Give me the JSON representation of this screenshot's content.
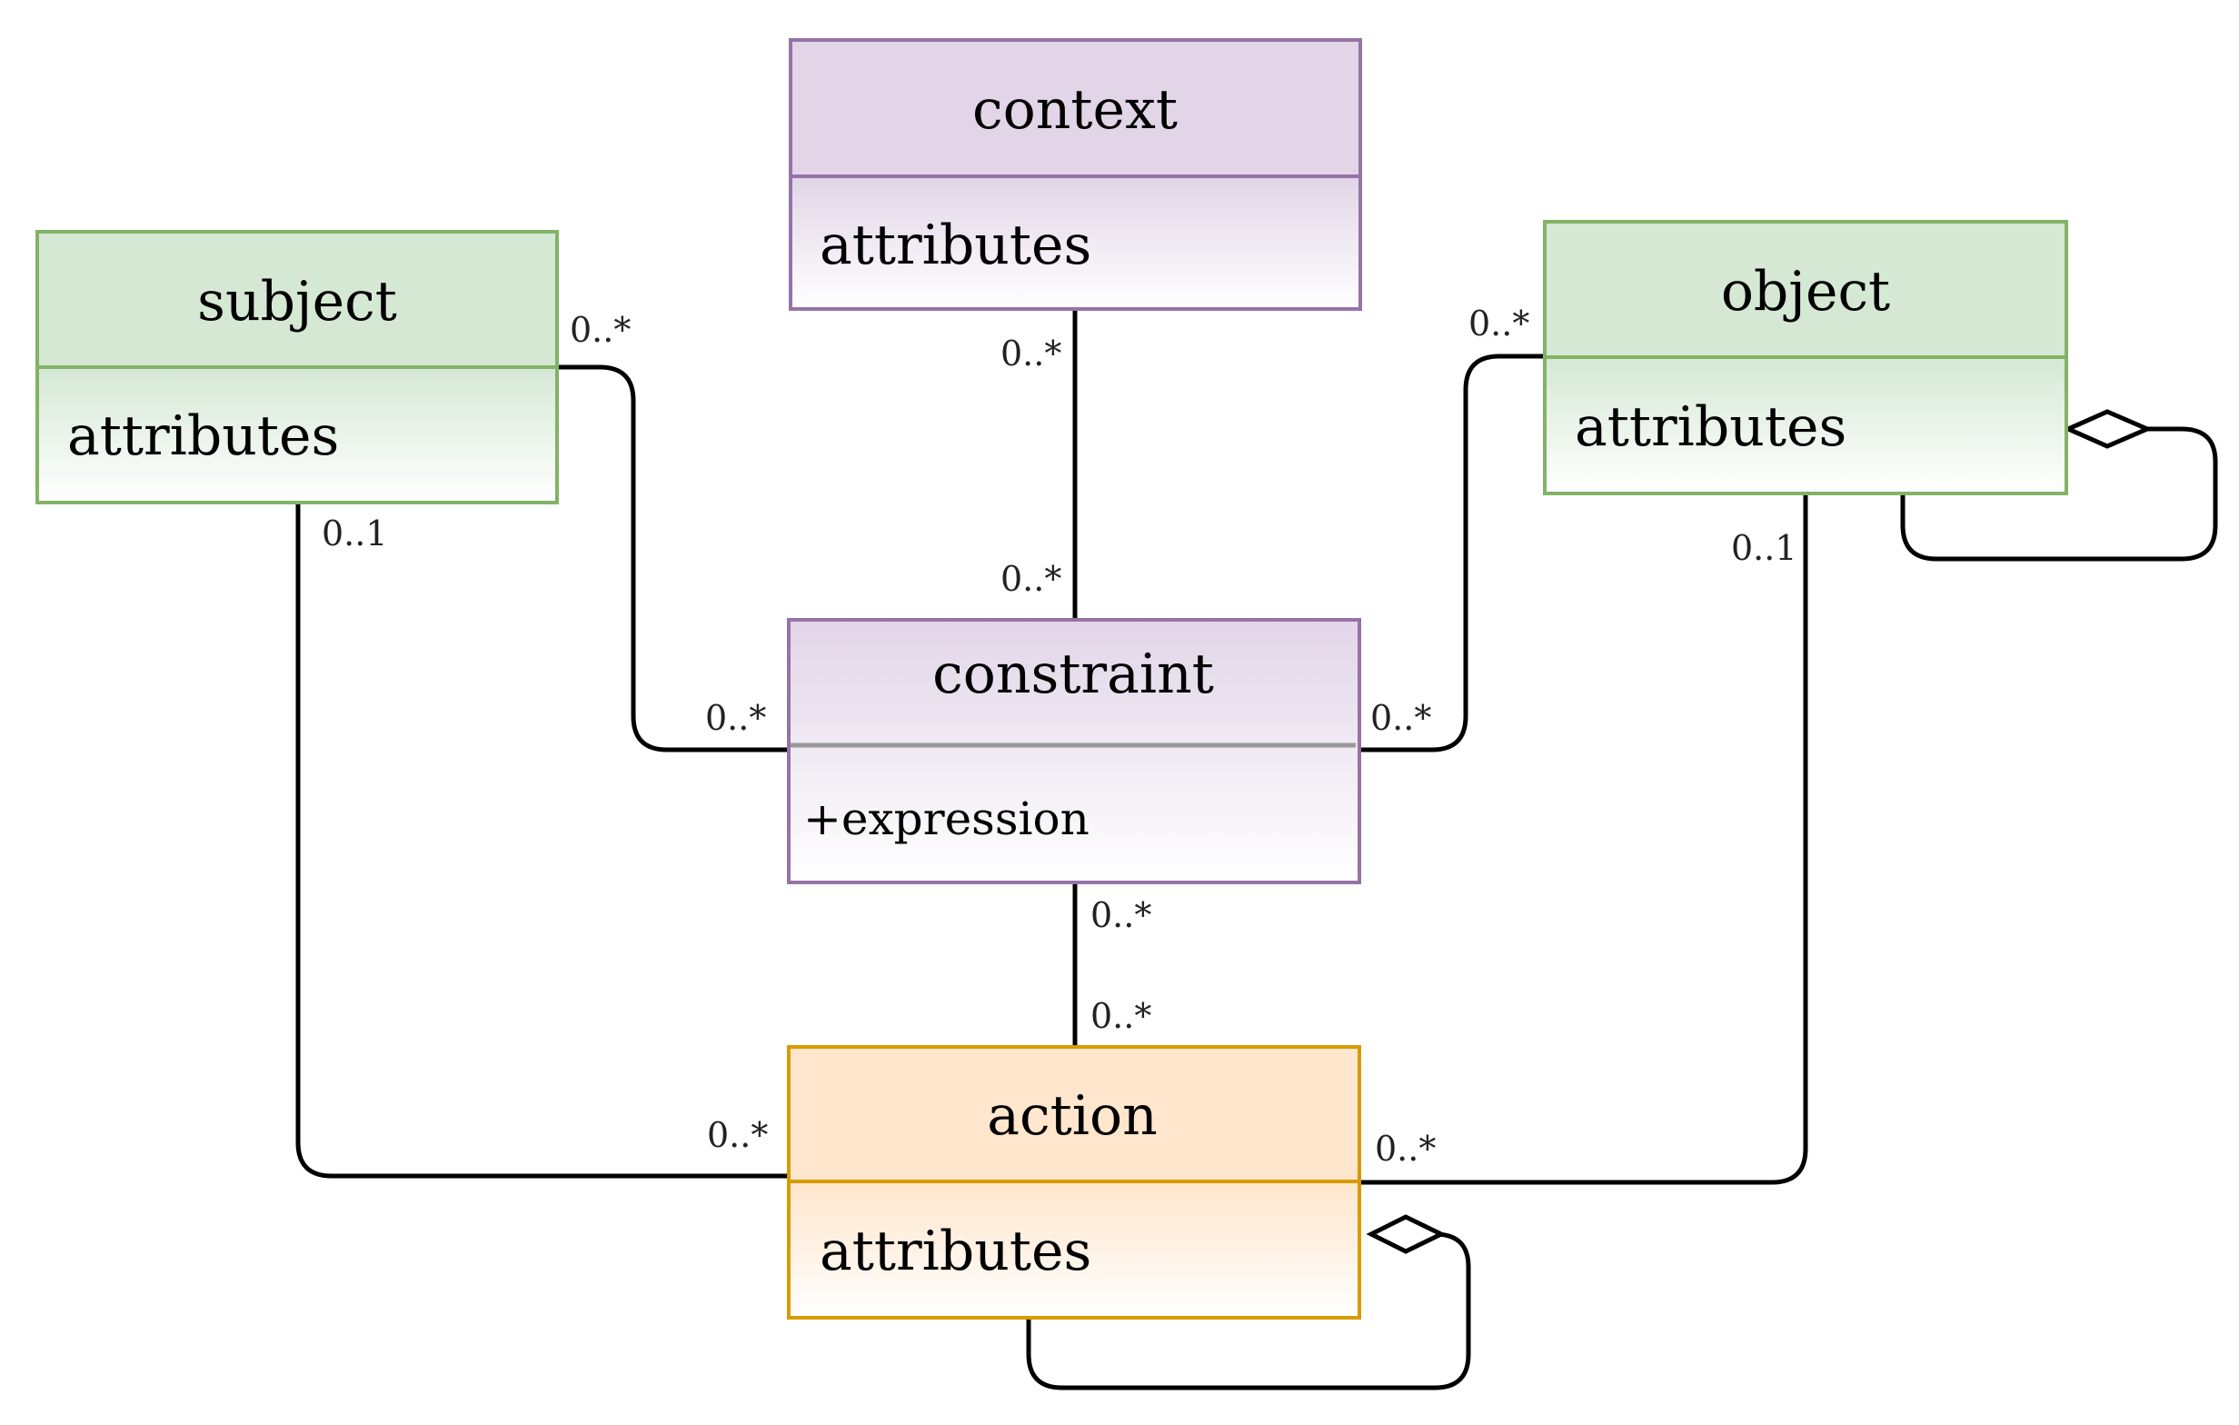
{
  "colors": {
    "green_stroke": "#82b366",
    "green_fill": "#d5e8d4",
    "purple_stroke": "#9673a6",
    "purple_fill": "#e1d5e7",
    "orange_stroke": "#d79b00",
    "orange_fill": "#ffe6cc",
    "line": "#000000"
  },
  "classes": {
    "context": {
      "title": "context",
      "body": "attributes"
    },
    "subject": {
      "title": "subject",
      "body": "attributes"
    },
    "object": {
      "title": "object",
      "body": "attributes"
    },
    "constraint": {
      "title": "constraint",
      "body": "+expression"
    },
    "action": {
      "title": "action",
      "body": "attributes"
    }
  },
  "associations": {
    "subject_constraint": {
      "at_subject": "0..*",
      "at_constraint": "0..*"
    },
    "context_constraint": {
      "at_context": "0..*",
      "at_constraint": "0..*"
    },
    "object_constraint": {
      "at_object": "0..*",
      "at_constraint": "0..*"
    },
    "constraint_action": {
      "at_constraint": "0..*",
      "at_action": "0..*"
    },
    "subject_action": {
      "at_subject": "0..1",
      "at_action": "0..*"
    },
    "object_action": {
      "at_object": "0..1",
      "at_action": "0..*"
    }
  },
  "aggregations": {
    "object_self": {
      "kind": "aggregation"
    },
    "action_self": {
      "kind": "aggregation"
    }
  }
}
